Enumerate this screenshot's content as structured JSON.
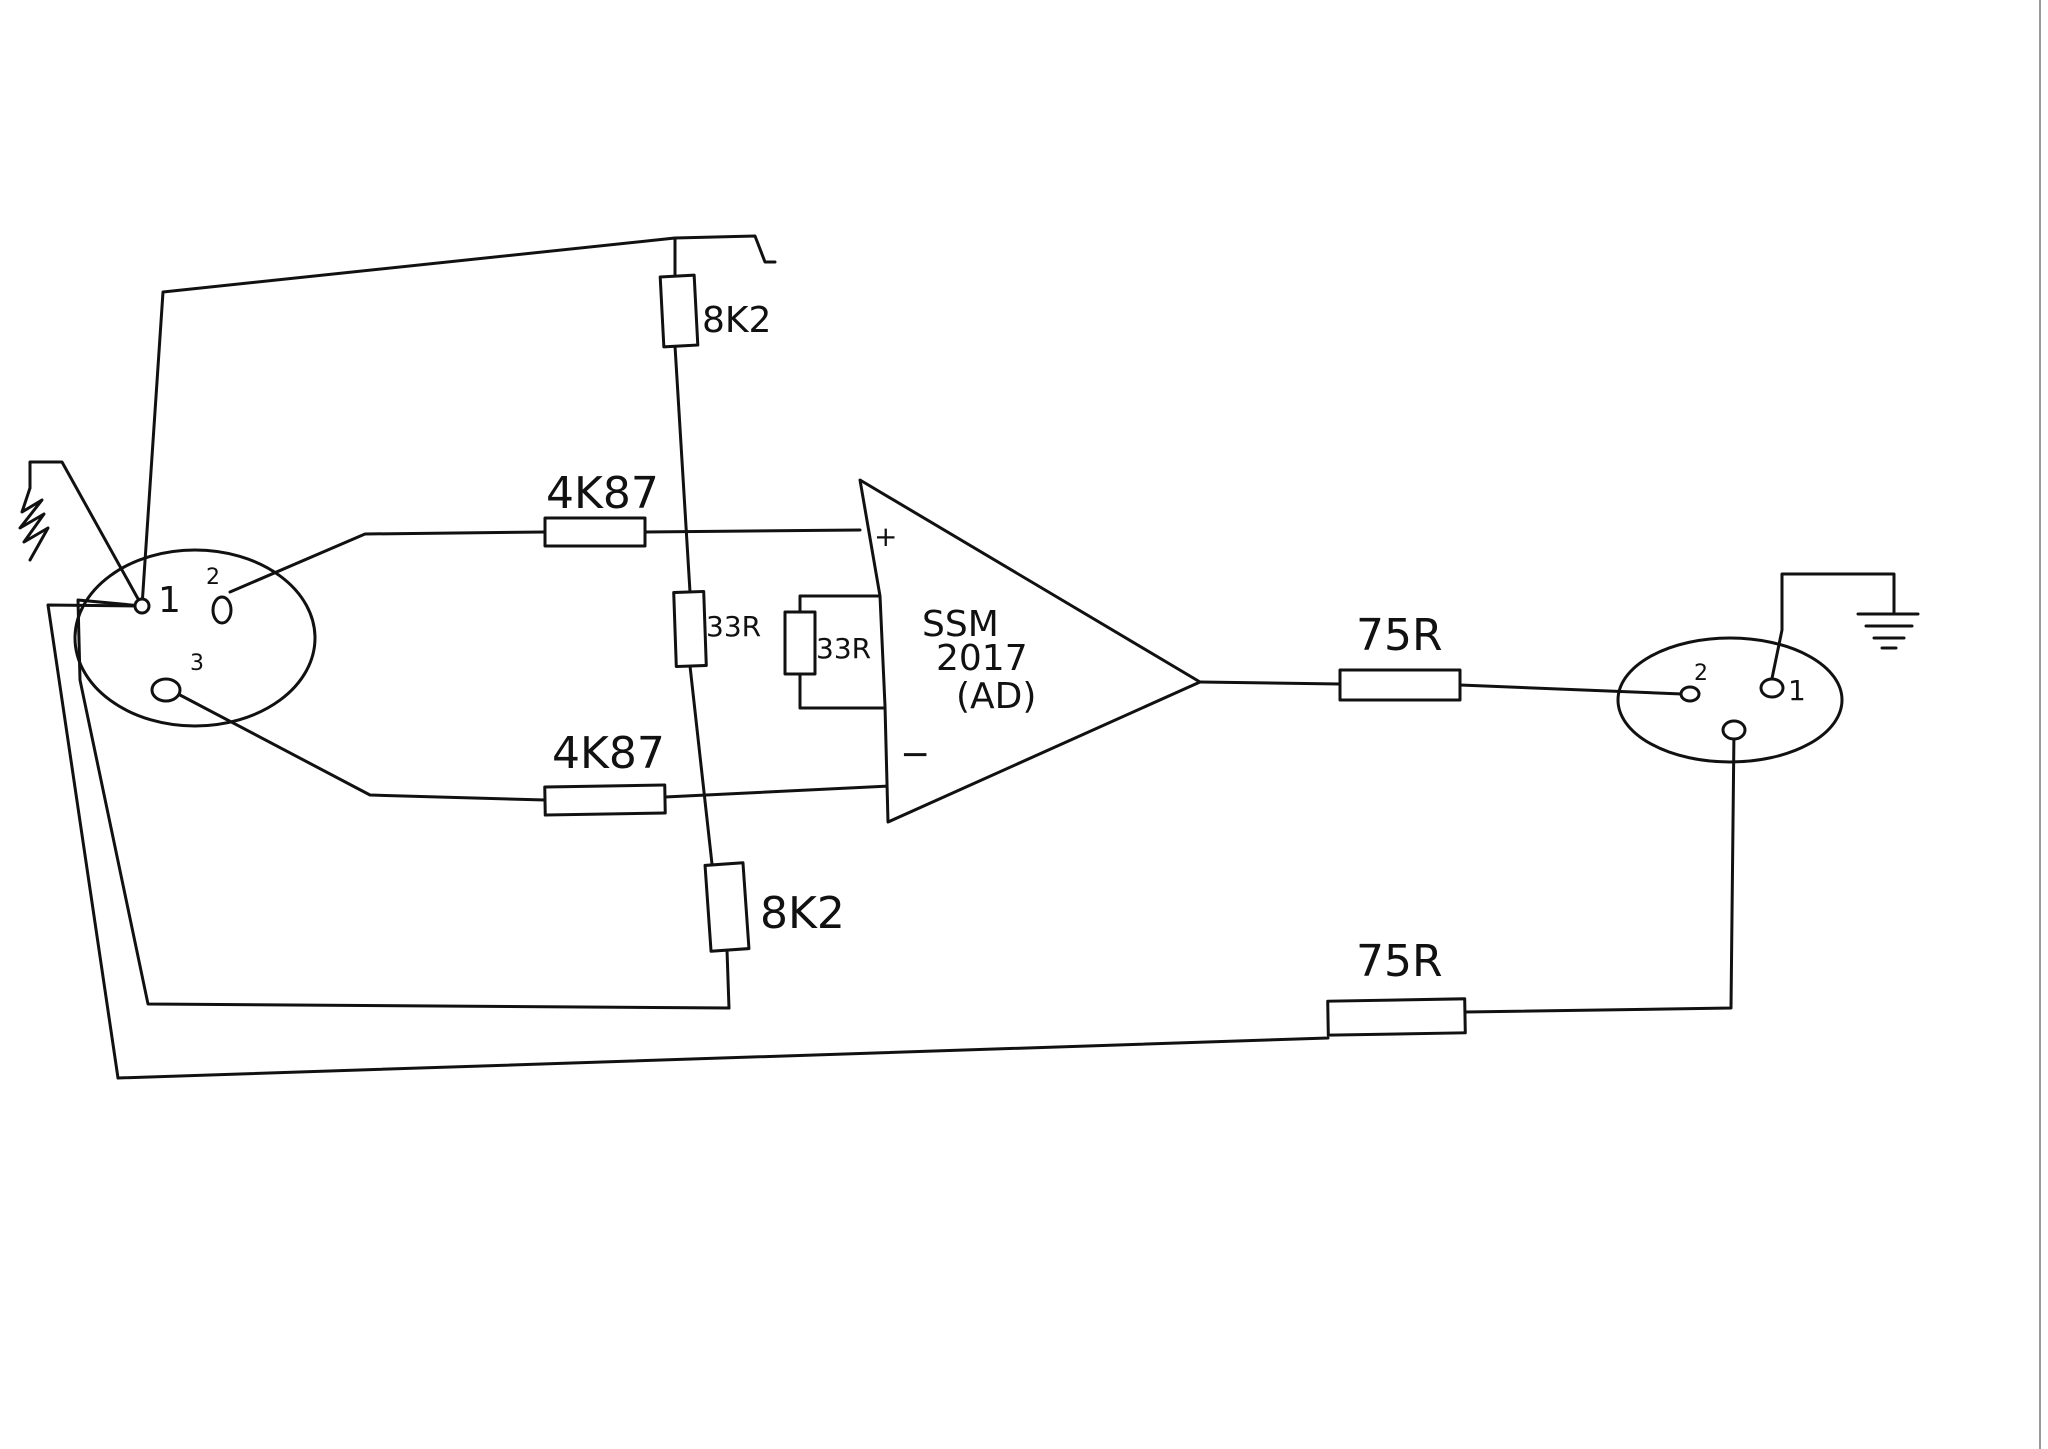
{
  "resistors": {
    "top_bias": "8K2",
    "in_plus": "4K87",
    "center": "33R",
    "gain": "33R",
    "in_minus": "4K87",
    "bottom_bias": "8K2",
    "out_signal": "75R",
    "out_return": "75R"
  },
  "amplifier": {
    "line1": "SSM",
    "line2": "2017",
    "line3": "(AD)",
    "plus": "+",
    "minus": "−"
  },
  "input_connector": {
    "pin1": "1",
    "pin2": "2",
    "pin3": "3"
  },
  "output_connector": {
    "pin1": "1",
    "pin2": "2"
  },
  "colors": {
    "ink": "#111111",
    "paper": "#ffffff"
  }
}
